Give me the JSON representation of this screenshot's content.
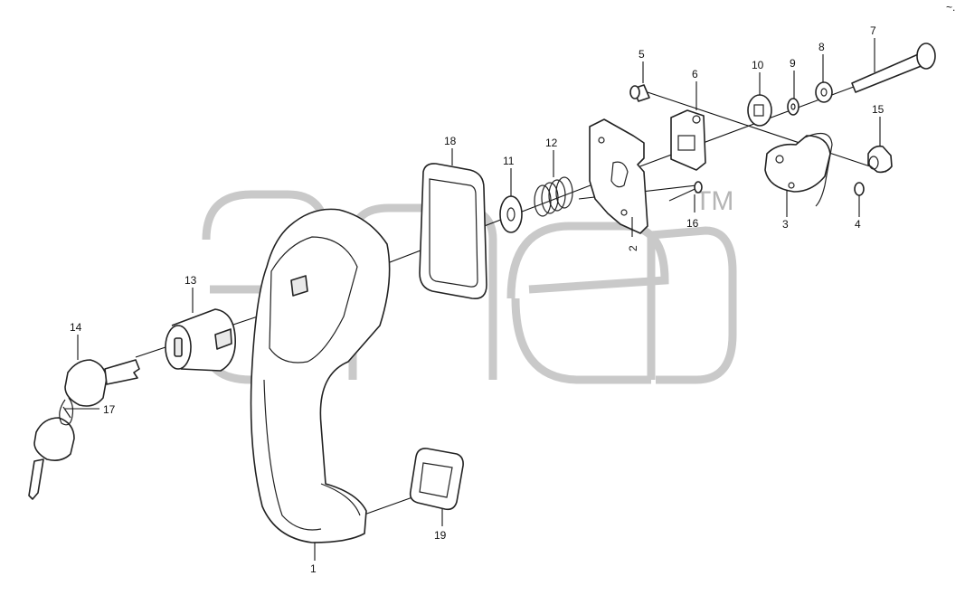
{
  "diagram": {
    "watermark_mark": "TM",
    "callouts": [
      "1",
      "2",
      "3",
      "4",
      "5",
      "6",
      "7",
      "8",
      "9",
      "10",
      "11",
      "12",
      "13",
      "14",
      "15",
      "16",
      "17",
      "18",
      "19"
    ],
    "corner_mark": "~."
  }
}
